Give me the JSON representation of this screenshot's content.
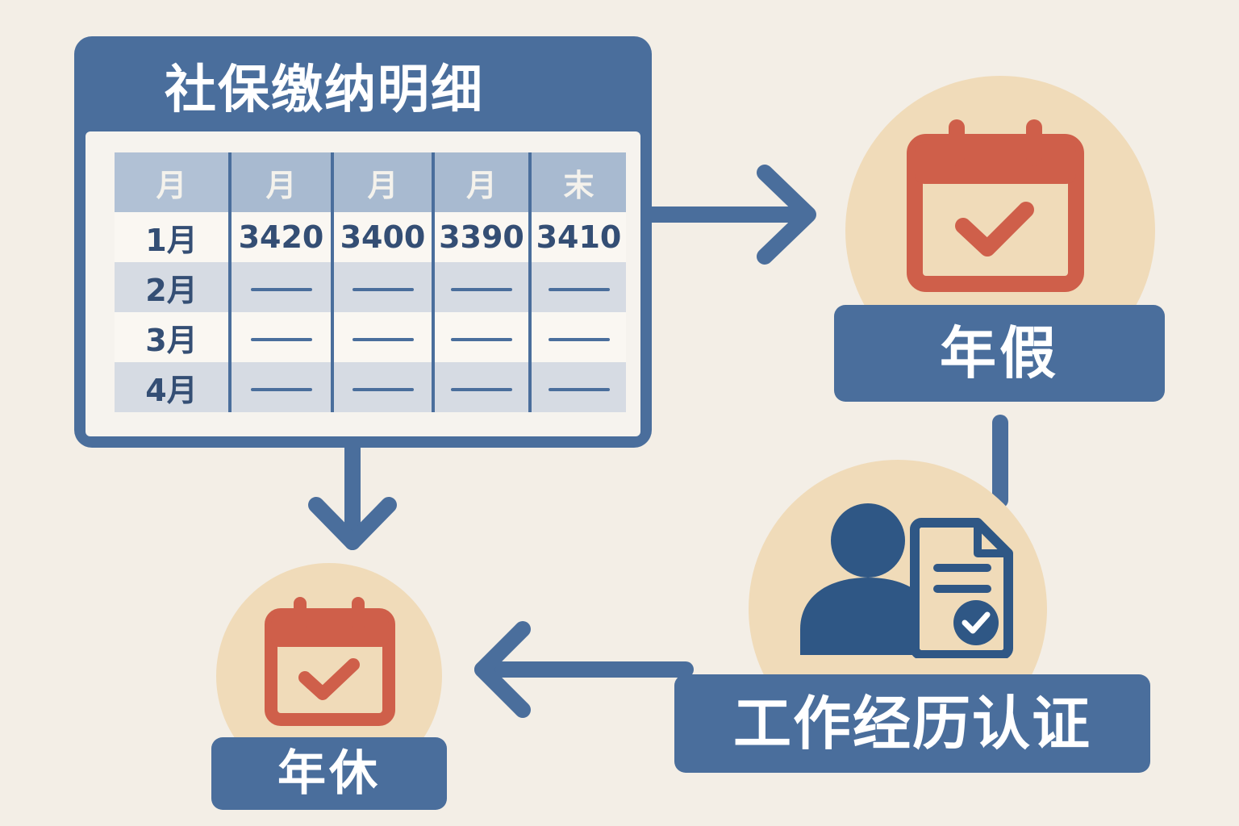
{
  "table": {
    "title": "社保缴纳明细",
    "headers": [
      "月",
      "月",
      "月",
      "月",
      "末"
    ],
    "rows": [
      {
        "label": "1月",
        "cells": [
          "3420",
          "3400",
          "3390",
          "3410"
        ]
      },
      {
        "label": "2月",
        "cells": [
          "",
          "",
          "",
          ""
        ]
      },
      {
        "label": "3月",
        "cells": [
          "",
          "",
          "",
          ""
        ]
      },
      {
        "label": "4月",
        "cells": [
          "",
          "",
          "",
          ""
        ]
      }
    ]
  },
  "nodes": {
    "annual_leave": {
      "label": "年假",
      "icon": "calendar-check-icon"
    },
    "work_cert": {
      "label": "工作经历认证",
      "icon": "person-document-icon"
    },
    "annual_rest": {
      "label": "年休",
      "icon": "calendar-check-icon"
    }
  },
  "colors": {
    "background": "#f3eee6",
    "primary_blue": "#4a6e9c",
    "circle_beige": "#f0dbb9",
    "calendar_red": "#cf5f4a",
    "person_blue": "#2f5785"
  }
}
